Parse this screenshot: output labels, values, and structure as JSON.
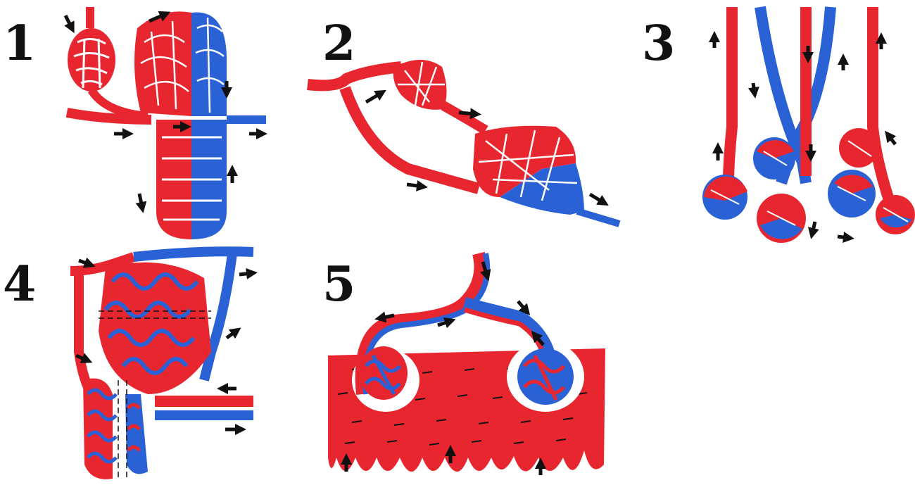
{
  "panels": [
    {
      "label": "1"
    },
    {
      "label": "2"
    },
    {
      "label": "3"
    },
    {
      "label": "4"
    },
    {
      "label": "5"
    }
  ],
  "colors": {
    "artery": "#e8262f",
    "vein": "#2a62d6",
    "arrow": "#111111",
    "ink": "#111111"
  }
}
